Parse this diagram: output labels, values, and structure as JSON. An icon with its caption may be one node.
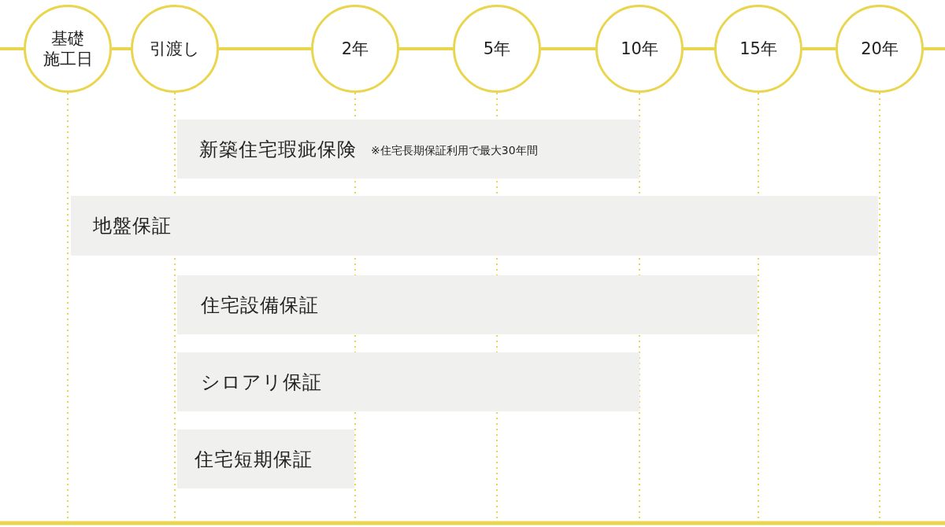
{
  "diagram": {
    "nodes": [
      {
        "text": [
          "基礎施工日"
        ]
      },
      {
        "text": [
          "引渡し"
        ]
      },
      {
        "text": [
          "2年"
        ]
      },
      {
        "text": [
          "5年"
        ]
      },
      {
        "text": [
          "10年"
        ]
      },
      {
        "text": [
          "15年"
        ]
      },
      {
        "text": [
          "20年"
        ]
      },
      {
        "text": [
          "新築住宅瑕疵保険",
          "※住宅長期保証利用で最大30年間"
        ]
      },
      {
        "text": [
          "地盤保証"
        ]
      },
      {
        "text": [
          "住宅設備保証"
        ]
      },
      {
        "text": [
          "シロアリ保証"
        ]
      },
      {
        "text": [
          "住宅短期保証"
        ]
      }
    ],
    "edges": [
      {
        "from": 0,
        "to": 1,
        "arrow": "none"
      },
      {
        "from": 1,
        "to": 2,
        "arrow": "none"
      },
      {
        "from": 2,
        "to": 3,
        "arrow": "none"
      },
      {
        "from": 3,
        "to": 4,
        "arrow": "none"
      },
      {
        "from": 4,
        "to": 5,
        "arrow": "none"
      },
      {
        "from": 5,
        "to": 6,
        "arrow": "none"
      }
    ]
  }
}
